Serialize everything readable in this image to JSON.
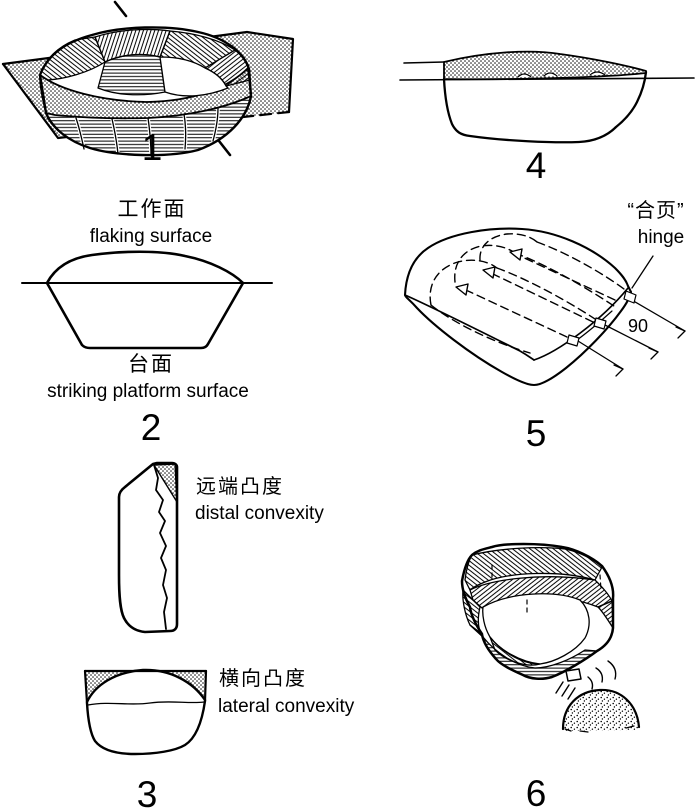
{
  "page": {
    "background_color": "#ffffff",
    "ink_color": "#000000",
    "description_labels": {
      "fig2_top_zh": "工作面",
      "fig2_top_en": "flaking surface",
      "fig2_bottom_zh": "台面",
      "fig2_bottom_en": "striking platform surface",
      "fig3_distal_zh": "远端凸度",
      "fig3_distal_en": "distal convexity",
      "fig3_lateral_zh": "横向凸度",
      "fig3_lateral_en": "lateral convexity",
      "fig5_hinge_zh": "“合页”",
      "fig5_hinge_en": "hinge",
      "fig5_angle": "90"
    },
    "figure_numbers": {
      "fig1": "1",
      "fig2": "2",
      "fig3": "3",
      "fig4": "4",
      "fig5": "5",
      "fig6": "6"
    }
  }
}
